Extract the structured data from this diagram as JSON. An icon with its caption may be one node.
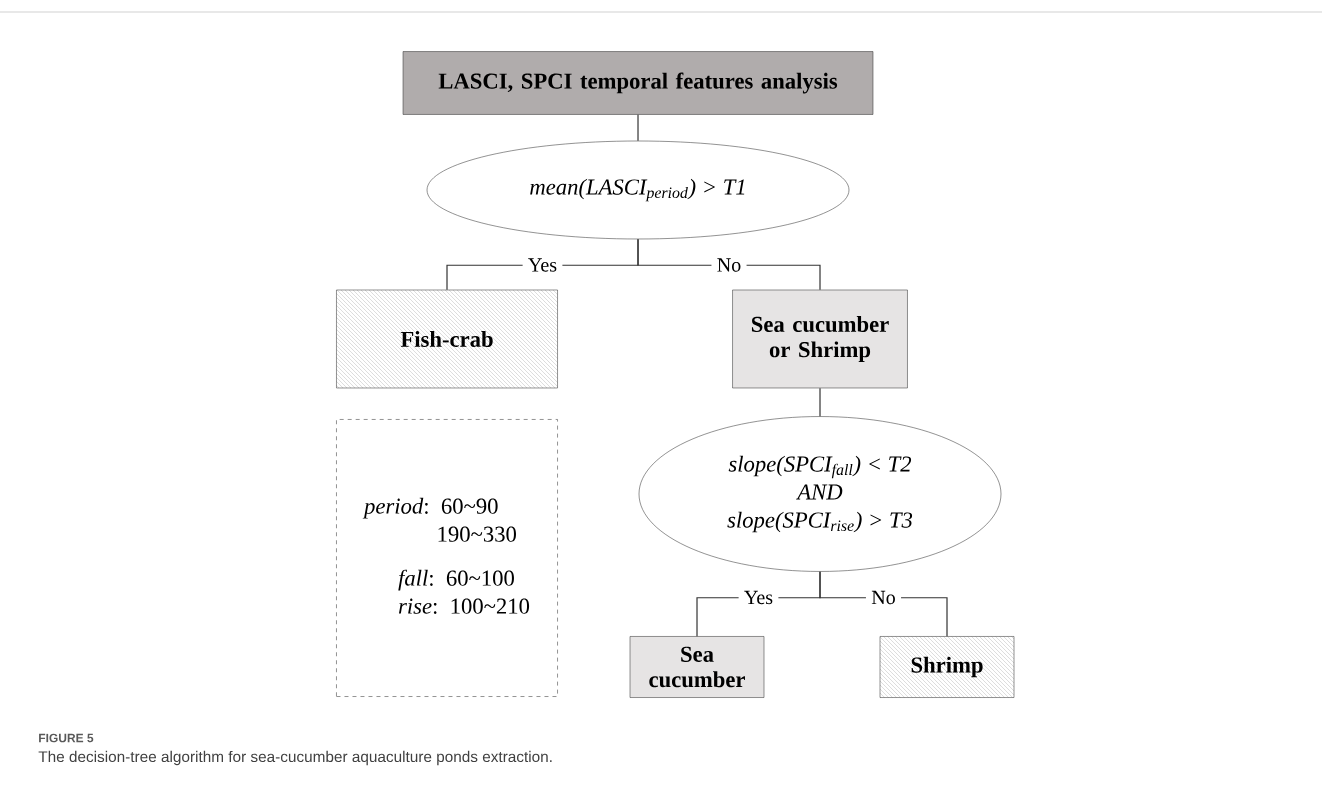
{
  "diagram": {
    "caption": "The decision-tree algorithm for sea-cucumber aquaculture ponds extraction.",
    "nodes": [
      {
        "text": [
          "LASCI, SPCI temporal features analysis"
        ]
      },
      {
        "text": [
          "mean(LASCI$_{period}$) > T1"
        ]
      },
      {
        "text": [
          "Fish-crab"
        ]
      },
      {
        "text": [
          "Sea cucumber or Shrimp"
        ]
      },
      {
        "text": [
          "slope(SPCI$_{fall}$) < T2",
          "AND",
          "slope(SPCI$_{rise}$) > T3"
        ]
      },
      {
        "text": [
          "Sea cucumber"
        ]
      },
      {
        "text": [
          "Shrimp"
        ]
      },
      {
        "text": [
          "*period*: 60~90",
          "190~330",
          "*fall*: 60~100",
          "*rise*: 100~210"
        ]
      }
    ],
    "edges": [
      {
        "from": 0,
        "to": 1,
        "arrow": "none"
      },
      {
        "from": 1,
        "to": 2,
        "arrow": "none",
        "label": "Yes"
      },
      {
        "from": 1,
        "to": 3,
        "arrow": "none",
        "label": "No"
      },
      {
        "from": 3,
        "to": 4,
        "arrow": "none"
      },
      {
        "from": 4,
        "to": 5,
        "arrow": "none",
        "label": "Yes"
      },
      {
        "from": 4,
        "to": 6,
        "arrow": "none",
        "label": "No"
      }
    ],
    "labels": [
      "FIGURE 5"
    ]
  }
}
